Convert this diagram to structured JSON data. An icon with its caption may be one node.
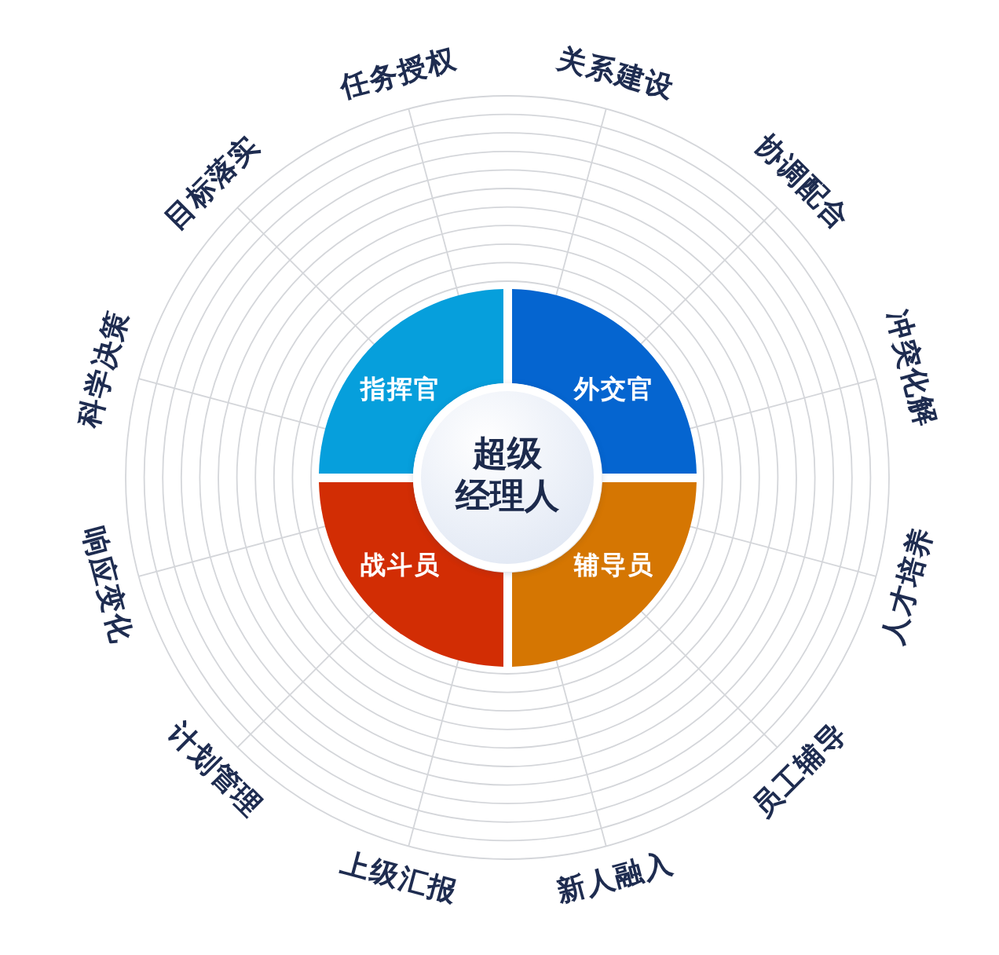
{
  "diagram": {
    "nodes": [
      {
        "text": [
          "指挥官"
        ]
      },
      {
        "text": [
          "外交官"
        ]
      },
      {
        "text": [
          "超级经理人"
        ]
      },
      {
        "text": [
          "战斗员"
        ]
      },
      {
        "text": [
          "辅导员"
        ]
      }
    ],
    "labels": [
      "任务授权",
      "关系建设",
      "协调配合",
      "冲突化解",
      "人才培养",
      "员工辅导",
      "新人融入",
      "上级汇报",
      "计划管理",
      "响应变化",
      "科学决策",
      "目标落实"
    ]
  }
}
